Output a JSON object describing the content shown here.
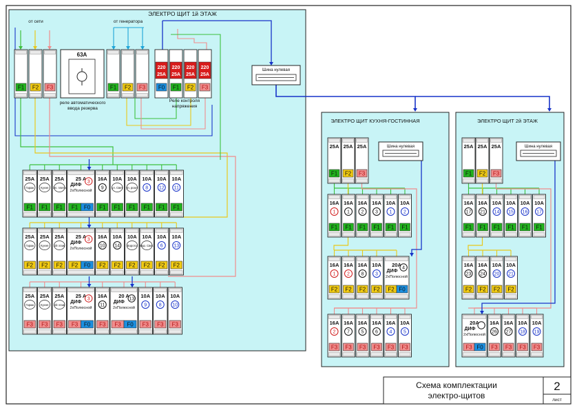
{
  "colors": {
    "panel_bg": "#c8f4f6",
    "panel_border": "#222222",
    "phase_f1": "#22b41e",
    "phase_f2": "#f2cb12",
    "phase_f3": "#f08c8c",
    "neutral": "#1b8fe0",
    "red_block": "#d81c1c",
    "bus_blue": "#1732c8",
    "wire_green": "#3cc03c",
    "wire_yellow": "#e8c81a",
    "wire_pink": "#f08c8c",
    "wire_blue": "#1732c8",
    "wire_cyan": "#1ca4d8"
  },
  "main": {
    "title": "ЭЛЕКТРО ЩИТ 1й ЭТАЖ",
    "label_grid": "от сети",
    "label_gen": "от генератора",
    "ats_rating": "63A",
    "ats_caption_1": "реле автоматического",
    "ats_caption_2": "ввода резерва",
    "relay_caption_1": "Реле контроля",
    "relay_caption_2": "напряжения",
    "bus_label": "Шина нулевая",
    "top_left_tags": [
      "F1",
      "F2",
      "F3"
    ],
    "top_right_tags": [
      "F1",
      "F2",
      "F3"
    ],
    "relay_values": [
      [
        "220",
        "25A"
      ],
      [
        "220",
        "25A"
      ],
      [
        "220",
        "25A"
      ],
      [
        "220",
        "25A"
      ]
    ],
    "relay_tags": [
      "F0",
      "F1",
      "F2",
      "F3"
    ],
    "rows": [
      {
        "breakers": [
          {
            "rating": "25A",
            "sub": "Гараж",
            "tag": "F1"
          },
          {
            "rating": "25A",
            "sub": "Кухня",
            "tag": "F1"
          },
          {
            "rating": "25A",
            "sub": "Эл. плита",
            "tag": "F1"
          },
          {
            "rating": "25 A",
            "dif": "ДИФ",
            "pole": "2хПолюсной",
            "num": "3",
            "numc": "red",
            "tags": [
              "F1",
              "F0"
            ]
          },
          {
            "rating": "16A",
            "num": "9",
            "numc": "black",
            "tag": "F1"
          },
          {
            "rating": "10A",
            "sub": "ул. Свет",
            "tag": "F1"
          },
          {
            "rating": "10A",
            "sub": "ул. розет",
            "tag": "F1"
          },
          {
            "rating": "10A",
            "num": "8",
            "numc": "blue",
            "tag": "F1"
          },
          {
            "rating": "10A",
            "num": "12",
            "numc": "blue",
            "tag": "F1"
          },
          {
            "rating": "10A",
            "num": "11",
            "numc": "blue",
            "tag": "F1"
          }
        ]
      },
      {
        "breakers": [
          {
            "rating": "25A",
            "sub": "Гараж",
            "tag": "F2"
          },
          {
            "rating": "25A",
            "sub": "Кухня",
            "tag": "F2"
          },
          {
            "rating": "25A",
            "sub": "2й этаж",
            "tag": "F2"
          },
          {
            "rating": "25 A",
            "dif": "ДИФ",
            "pole": "2хПолюсной",
            "num": "3",
            "numc": "red",
            "tags": [
              "F2",
              "F0"
            ]
          },
          {
            "rating": "16A",
            "num": "10",
            "numc": "black",
            "tag": "F2"
          },
          {
            "rating": "10A",
            "num": "14",
            "numc": "black",
            "tag": "F2"
          },
          {
            "rating": "10A",
            "sub": "Ворота",
            "tag": "F2"
          },
          {
            "rating": "10A",
            "sub": "Бар. Свет.",
            "tag": "F2"
          },
          {
            "rating": "10A",
            "num": "6",
            "numc": "blue",
            "tag": "F2"
          },
          {
            "rating": "10A",
            "num": "13",
            "numc": "blue",
            "tag": "F2"
          }
        ]
      },
      {
        "breakers": [
          {
            "rating": "25A",
            "sub": "Гараж",
            "tag": "F3"
          },
          {
            "rating": "25A",
            "sub": "Кухня",
            "tag": "F3"
          },
          {
            "rating": "25A",
            "sub": "2й этаж",
            "tag": "F3"
          },
          {
            "rating": "25 A",
            "dif": "ДИФ",
            "pole": "2хПолюсной",
            "num": "3",
            "numc": "red",
            "tags": [
              "F3",
              "F0"
            ]
          },
          {
            "rating": "16A",
            "num": "11",
            "numc": "black",
            "tag": "F3"
          },
          {
            "rating": "20 A",
            "dif": "ДИФ",
            "pole": "2хПолюсной",
            "num": "13",
            "numc": "black",
            "tags": [
              "F3",
              "F0"
            ]
          },
          {
            "rating": "10A",
            "num": "9",
            "numc": "blue",
            "tag": "F3"
          },
          {
            "rating": "10A",
            "num": "8",
            "numc": "blue",
            "tag": "F3"
          },
          {
            "rating": "10A",
            "num": "10",
            "numc": "blue",
            "tag": "F3"
          }
        ]
      }
    ]
  },
  "kitchen": {
    "title": "ЭЛЕКТРО ЩИТ КУХНЯ-ГОСТИННАЯ",
    "bus_label": "Шина нулевая",
    "inputs": [
      {
        "rating": "25A",
        "tag": "F1"
      },
      {
        "rating": "25A",
        "tag": "F2"
      },
      {
        "rating": "25A",
        "tag": "F3"
      }
    ],
    "rows": [
      {
        "breakers": [
          {
            "rating": "16A",
            "num": "1",
            "numc": "red",
            "tag": "F1"
          },
          {
            "rating": "16A",
            "num": "1",
            "numc": "black",
            "tag": "F1"
          },
          {
            "rating": "16A",
            "num": "2",
            "numc": "black",
            "tag": "F1"
          },
          {
            "rating": "16A",
            "num": "3",
            "numc": "black",
            "tag": "F1"
          },
          {
            "rating": "10A",
            "num": "1",
            "numc": "blue",
            "tag": "F1"
          },
          {
            "rating": "10A",
            "num": "2",
            "numc": "blue",
            "tag": "F1"
          }
        ]
      },
      {
        "breakers": [
          {
            "rating": "16A",
            "num": "1",
            "numc": "red",
            "tag": "F2"
          },
          {
            "rating": "16A",
            "num": "2",
            "numc": "red",
            "tag": "F2"
          },
          {
            "rating": "16A",
            "num": "8",
            "numc": "black",
            "tag": "F2"
          },
          {
            "rating": "10A",
            "num": "3",
            "numc": "blue",
            "tag": "F2"
          },
          {
            "rating": "20A",
            "dif": "ДИФ",
            "pole": "2хПолюсной",
            "num": "4",
            "numc": "black",
            "tags": [
              "F2",
              "F0"
            ]
          }
        ]
      },
      {
        "breakers": [
          {
            "rating": "16A",
            "num": "2",
            "numc": "red",
            "tag": "F3"
          },
          {
            "rating": "16A",
            "num": "7",
            "numc": "black",
            "tag": "F3"
          },
          {
            "rating": "16A",
            "num": "5",
            "numc": "black",
            "tag": "F3"
          },
          {
            "rating": "16A",
            "num": "6",
            "numc": "black",
            "tag": "F3"
          },
          {
            "rating": "16A",
            "num": "4",
            "numc": "blue",
            "tag": "F3"
          },
          {
            "rating": "10A",
            "num": "5",
            "numc": "blue",
            "tag": "F3"
          }
        ]
      }
    ]
  },
  "floor2": {
    "title": "ЭЛЕКТРО ЩИТ 2й ЭТАЖ",
    "bus_label": "Шина нулевая",
    "inputs": [
      {
        "rating": "25A",
        "tag": "F1"
      },
      {
        "rating": "25A",
        "tag": "F2"
      },
      {
        "rating": "25A",
        "tag": "F3"
      }
    ],
    "rows": [
      {
        "breakers": [
          {
            "rating": "16A",
            "num": "17",
            "numc": "black",
            "tag": "F1"
          },
          {
            "rating": "16A",
            "num": "21",
            "numc": "black",
            "tag": "F1"
          },
          {
            "rating": "10A",
            "num": "14",
            "numc": "blue",
            "tag": "F1"
          },
          {
            "rating": "10A",
            "num": "15",
            "numc": "blue",
            "tag": "F1"
          },
          {
            "rating": "10A",
            "num": "16",
            "numc": "blue",
            "tag": "F1"
          },
          {
            "rating": "10A",
            "num": "17",
            "numc": "blue",
            "tag": "F1"
          }
        ]
      },
      {
        "breakers": [
          {
            "rating": "16A",
            "num": "23",
            "numc": "black",
            "tag": "F2"
          },
          {
            "rating": "16A",
            "num": "24",
            "numc": "black",
            "tag": "F2"
          },
          {
            "rating": "10A",
            "num": "20",
            "numc": "blue",
            "tag": "F2"
          },
          {
            "rating": "10A",
            "num": "21",
            "numc": "blue",
            "tag": "F2"
          }
        ]
      },
      {
        "breakers": [
          {
            "rating": "20A",
            "dif": "ДИФ",
            "pole": "2хПолюсной",
            "num": "",
            "numc": "black",
            "tags": [
              "F3",
              "F0"
            ]
          },
          {
            "rating": "16A",
            "num": "26",
            "numc": "black",
            "tag": "F3"
          },
          {
            "rating": "16A",
            "num": "27",
            "numc": "black",
            "tag": "F3"
          },
          {
            "rating": "10A",
            "num": "18",
            "numc": "blue",
            "tag": "F3"
          },
          {
            "rating": "10A",
            "num": "19",
            "numc": "blue",
            "tag": "F3"
          }
        ]
      }
    ]
  },
  "stamp": {
    "title_1": "Схема комплектации",
    "title_2": "электро-щитов",
    "sheet_num": "2",
    "sheet_label": "лист"
  }
}
